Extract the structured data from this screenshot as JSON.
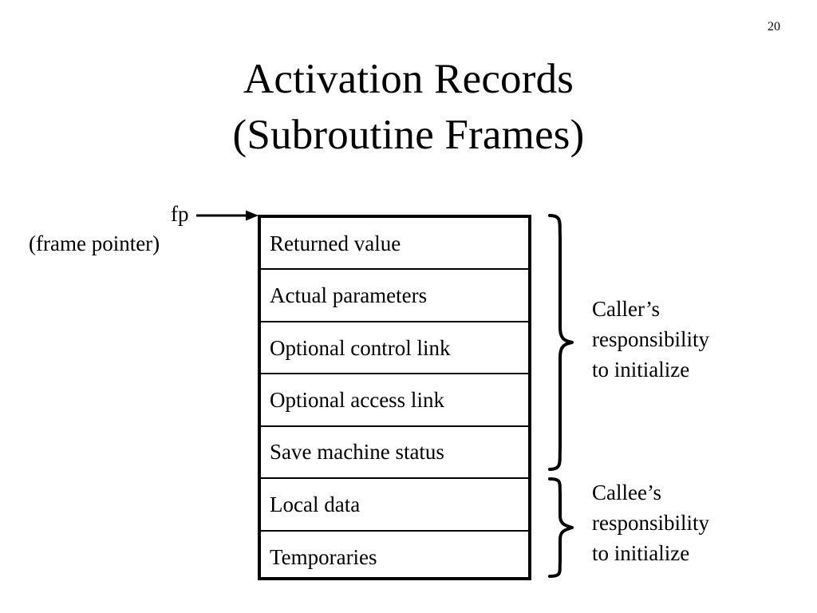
{
  "slide": {
    "page_number": "20",
    "title_lines": [
      "Activation Records",
      "(Subroutine Frames)"
    ]
  },
  "pointer": {
    "label": "fp",
    "description": "(frame pointer)",
    "arrow_icon": "right-arrow-icon"
  },
  "activation_record": {
    "rows": [
      {
        "label": "Returned value"
      },
      {
        "label": "Actual parameters"
      },
      {
        "label": "Optional control link"
      },
      {
        "label": "Optional access link"
      },
      {
        "label": "Save machine status"
      },
      {
        "label": "Local data"
      },
      {
        "label": "Temporaries"
      }
    ]
  },
  "annotations": [
    {
      "id": "caller",
      "brace_icon": "curly-brace-right-icon",
      "lines": [
        "Caller’s",
        "responsibility",
        "to initialize"
      ],
      "spans_rows": [
        0,
        1,
        2,
        3,
        4
      ]
    },
    {
      "id": "callee",
      "brace_icon": "curly-brace-right-icon",
      "lines": [
        "Callee’s",
        "responsibility",
        "to initialize"
      ],
      "spans_rows": [
        5,
        6
      ]
    }
  ],
  "colors": {
    "background": "#ffffff",
    "ink": "#000000"
  }
}
